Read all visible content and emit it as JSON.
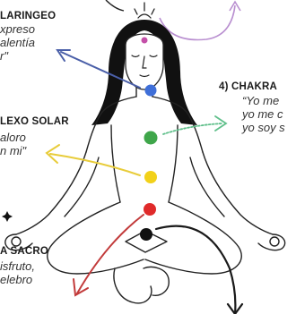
{
  "labels": {
    "throat": {
      "heading": "LARINGEO",
      "lines": [
        "xpreso",
        "alentía",
        "r\""
      ]
    },
    "heart": {
      "heading": "4) CHAKRA",
      "lines": [
        "“Yo me",
        "yo me c",
        "yo soy s"
      ]
    },
    "solar": {
      "heading": "LEXO SOLAR",
      "lines": [
        "aloro",
        "n mi\""
      ]
    },
    "sacral": {
      "heading": "A SACRO",
      "lines": [
        "isfruto,",
        "elebro"
      ]
    }
  },
  "chakras": [
    {
      "name": "crown",
      "color": "#c44fa8"
    },
    {
      "name": "third-eye",
      "color": "#8a5fc2"
    },
    {
      "name": "throat",
      "color": "#3f6fd8"
    },
    {
      "name": "heart",
      "color": "#3fa64a"
    },
    {
      "name": "solar-plexus",
      "color": "#f2d11a"
    },
    {
      "name": "sacral",
      "color": "#e02a2a"
    },
    {
      "name": "root",
      "color": "#111111"
    }
  ],
  "arrow_colors": {
    "crown": "#b98fd0",
    "throat": "#4a5fa8",
    "heart": "#5fbf8a",
    "solar": "#e8cc3a",
    "sacral": "#c23a3a",
    "root": "#1a1a1a"
  }
}
